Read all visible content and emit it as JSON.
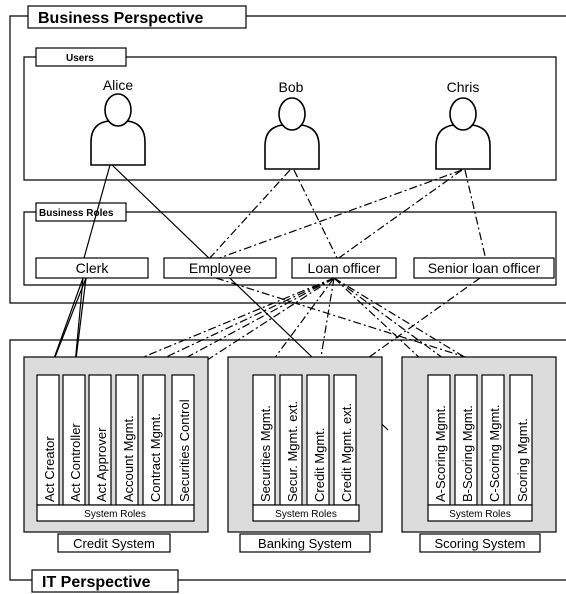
{
  "business_perspective": {
    "title": "Business Perspective",
    "users_section": {
      "label": "Users",
      "users": [
        "Alice",
        "Bob",
        "Chris"
      ]
    },
    "roles_section": {
      "label": "Business Roles",
      "roles": [
        "Clerk",
        "Employee",
        "Loan officer",
        "Senior loan officer"
      ]
    }
  },
  "it_perspective": {
    "title": "IT Perspective",
    "systems": [
      {
        "name": "Credit System",
        "roles_label": "System Roles",
        "roles": [
          "Act Creator",
          "Act Controller",
          "Act Approver",
          "Account Mgmt.",
          "Contract Mgmt.",
          "Securities Control"
        ]
      },
      {
        "name": "Banking System",
        "roles_label": "System Roles",
        "roles": [
          "Securities Mgmt.",
          "Secur. Mgmt. ext.",
          "Credit Mgmt.",
          "Credit Mgmt. ext."
        ]
      },
      {
        "name": "Scoring System",
        "roles_label": "System Roles",
        "roles": [
          "A-Scoring Mgmt.",
          "B-Scoring Mgmt.",
          "C-Scoring Mgmt.",
          "Scoring Mgmt."
        ]
      }
    ]
  }
}
